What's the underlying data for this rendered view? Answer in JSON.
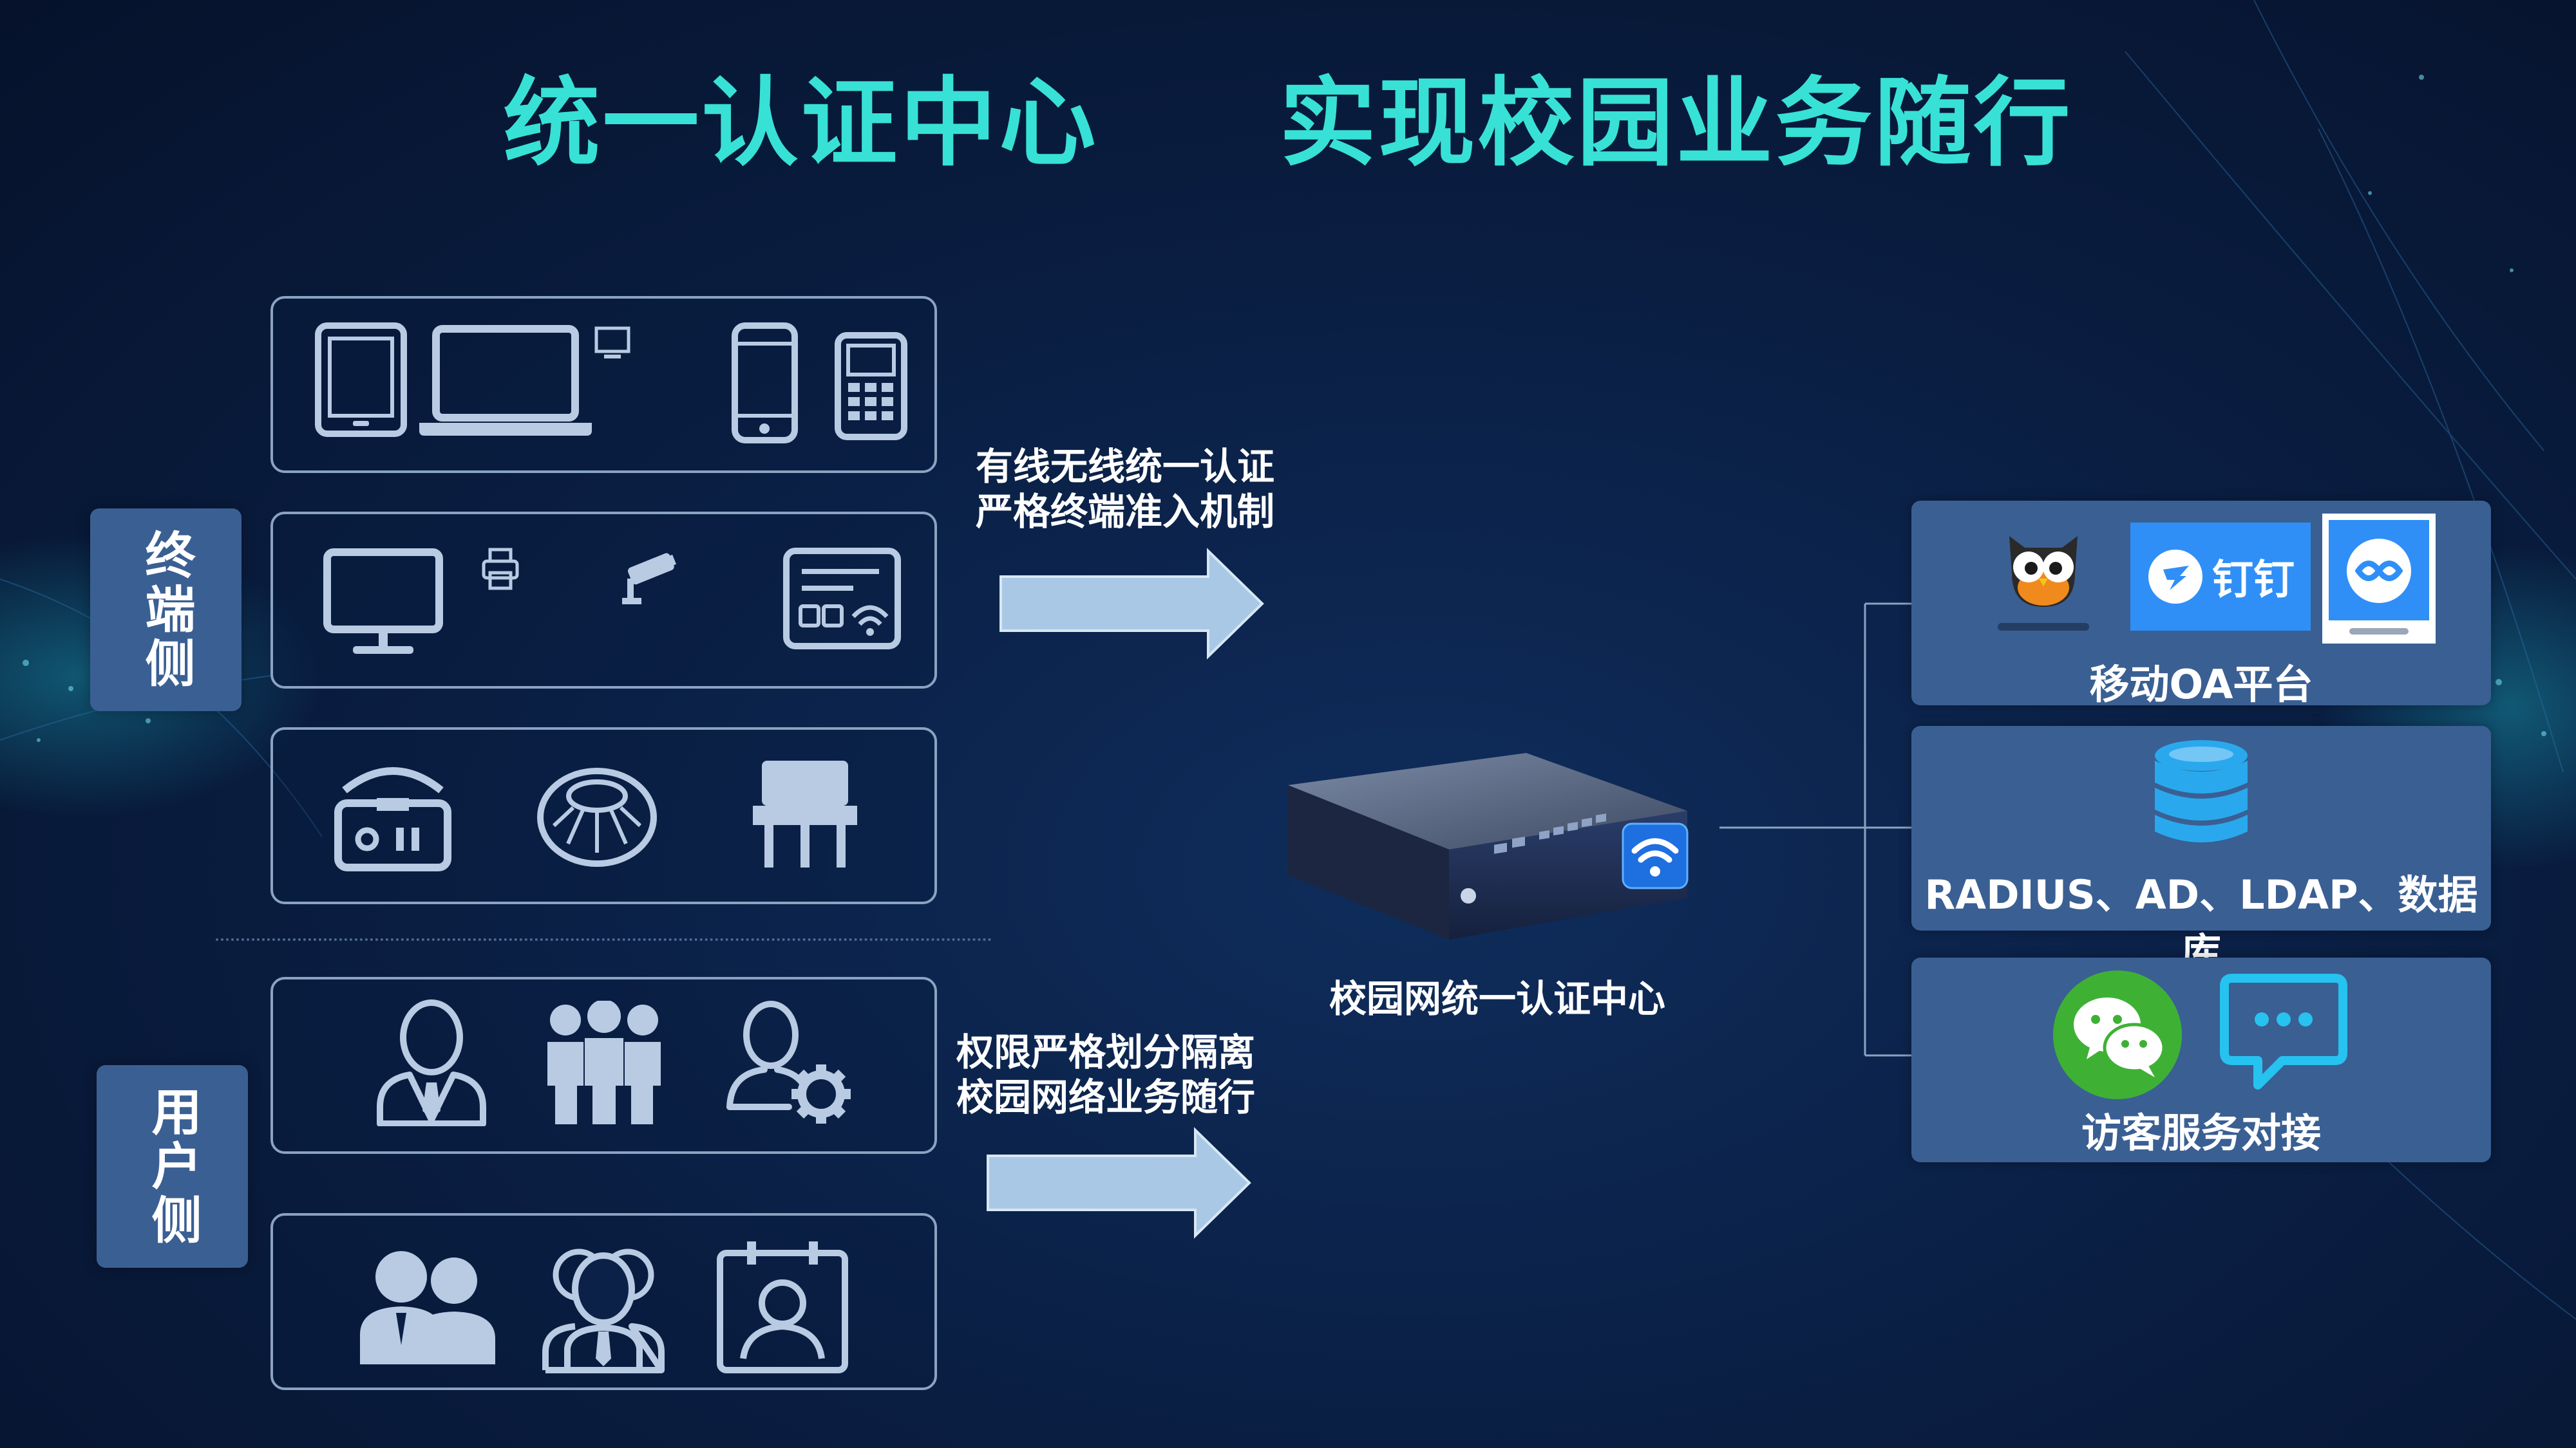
{
  "title": "统一认证中心     实现校园业务随行",
  "tabs": {
    "terminal": "终端侧",
    "user": "用户侧"
  },
  "notes": {
    "terminal_line1": "有线无线统一认证",
    "terminal_line2": "严格终端准入机制",
    "user_line1": "权限严格划分隔离",
    "user_line2": "校园网络业务随行"
  },
  "center": {
    "label": "校园网统一认证中心"
  },
  "services": {
    "oa_label": "移动OA平台",
    "dingtalk_label": "钉钉",
    "db_label": "RADIUS、AD、LDAP、数据库",
    "visitor_label": "访客服务对接"
  },
  "colors": {
    "title": "#38e1d5",
    "panel": "#3a5f93",
    "icon": "#b8cbe3",
    "arrow": "#a9c8e6",
    "wechat": "#3eb135",
    "chat": "#26c2f0",
    "dingtalk": "#2f8ff7"
  }
}
